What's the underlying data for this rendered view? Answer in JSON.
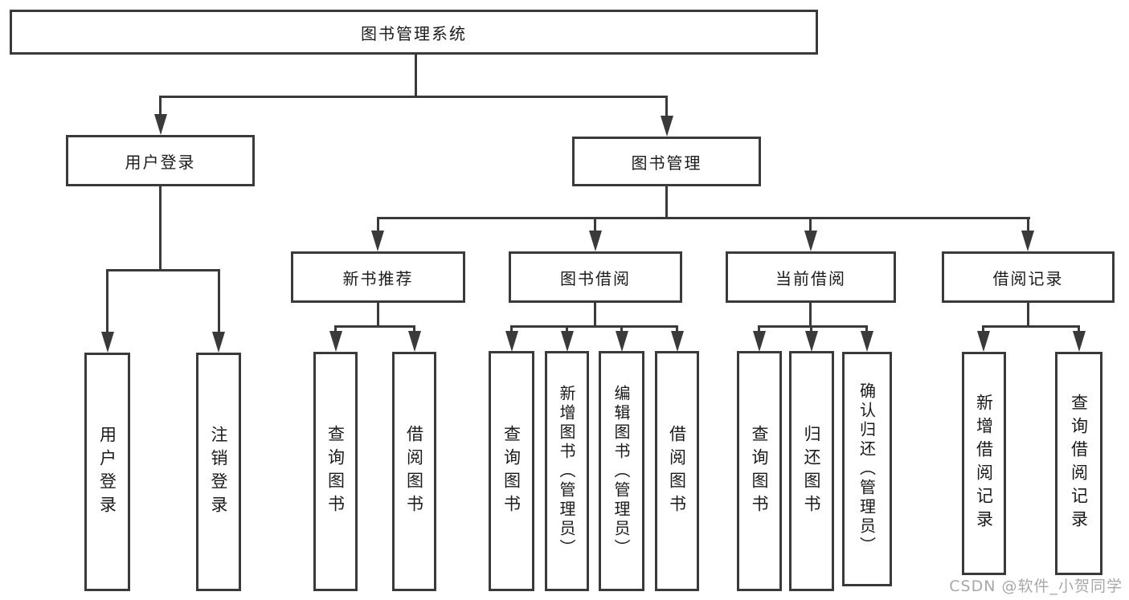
{
  "diagram": {
    "root": {
      "label": "图书管理系统",
      "children": [
        {
          "label": "用户登录",
          "children": [
            {
              "label": "用户登录"
            },
            {
              "label": "注销登录"
            }
          ]
        },
        {
          "label": "图书管理",
          "children": [
            {
              "label": "新书推荐",
              "children": [
                {
                  "label": "查询图书"
                },
                {
                  "label": "借阅图书"
                }
              ]
            },
            {
              "label": "图书借阅",
              "children": [
                {
                  "label": "查询图书"
                },
                {
                  "label": "新增图书（管理员）"
                },
                {
                  "label": "编辑图书（管理员）"
                },
                {
                  "label": "借阅图书"
                }
              ]
            },
            {
              "label": "当前借阅",
              "children": [
                {
                  "label": "查询图书"
                },
                {
                  "label": "归还图书"
                },
                {
                  "label": "确认归还（管理员）"
                }
              ]
            },
            {
              "label": "借阅记录",
              "children": [
                {
                  "label": "新增借阅记录"
                },
                {
                  "label": "查询借阅记录"
                }
              ]
            }
          ]
        }
      ]
    },
    "colors": {
      "line": "#3a3a3a",
      "text": "#1b1b1b",
      "watermark": "#a8a8a8",
      "background": "#ffffff"
    }
  },
  "watermark": {
    "text": "CSDN @软件_小贺同学"
  }
}
